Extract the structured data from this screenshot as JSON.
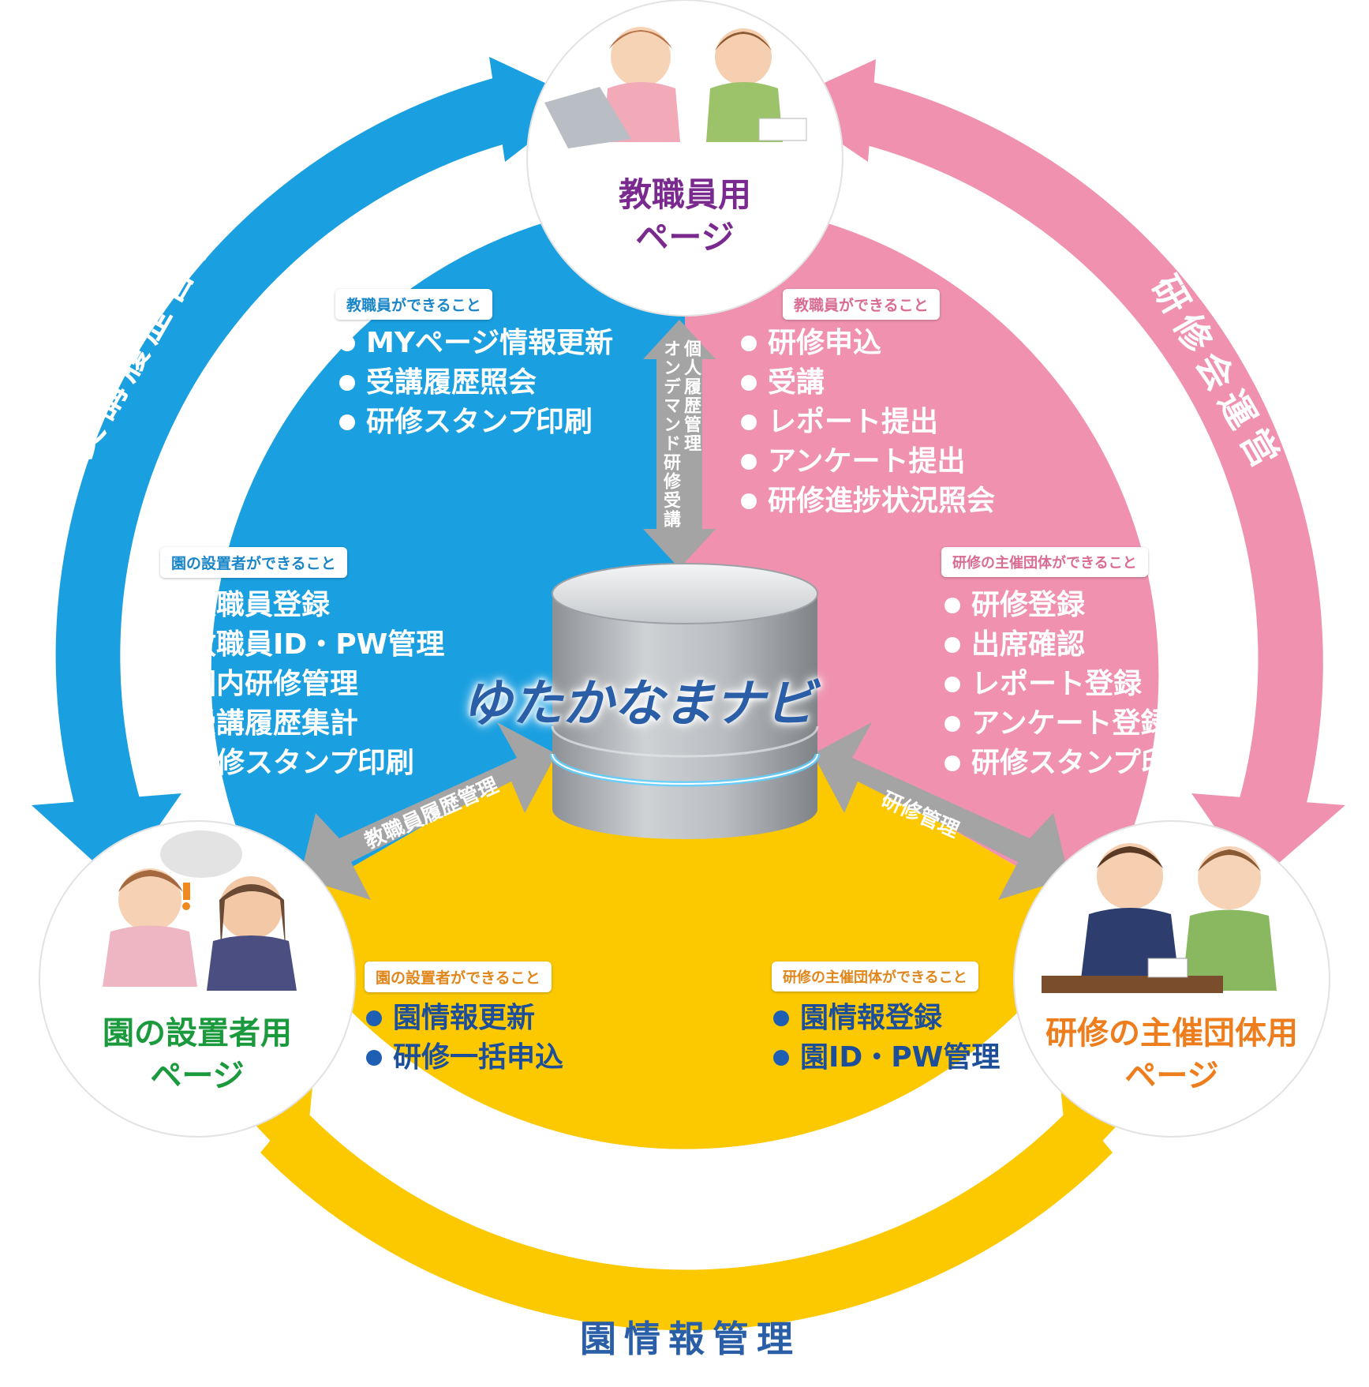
{
  "system_name": "ゆたかなまナビ",
  "colors": {
    "blue": "#1a9fe0",
    "pink": "#ef91af",
    "yellow": "#fcc800",
    "gray": "#a4a4a4",
    "purple": "#7a2a8f",
    "green": "#1a9a3c",
    "orange": "#ee7d1d"
  },
  "pages": {
    "staff": {
      "line1": "教職員用",
      "line2": "ページ"
    },
    "founder": {
      "line1": "園の設置者用",
      "line2": "ページ"
    },
    "organizer": {
      "line1": "研修の主催団体用",
      "line2": "ページ"
    }
  },
  "cycle_labels": {
    "left": "受講履歴管理",
    "right": "研修会運営",
    "bottom": "園情報管理"
  },
  "connector_labels": {
    "vertical_1": "個人履歴管理",
    "vertical_2": "オンデマンド研修受講",
    "left": "教職員履歴管理",
    "right": "研修管理"
  },
  "sections": {
    "blue_staff": {
      "header": "教職員ができること",
      "items": [
        "MYページ情報更新",
        "受講履歴照会",
        "研修スタンプ印刷"
      ]
    },
    "blue_founder": {
      "header": "園の設置者ができること",
      "items": [
        "教職員登録",
        "教職員ID・PW管理",
        "園内研修管理",
        "受講履歴集計",
        "研修スタンプ印刷"
      ]
    },
    "pink_staff": {
      "header": "教職員ができること",
      "items": [
        "研修申込",
        "受講",
        "レポート提出",
        "アンケート提出",
        "研修進捗状況照会"
      ]
    },
    "pink_organizer": {
      "header": "研修の主催団体ができること",
      "items": [
        "研修登録",
        "出席確認",
        "レポート登録",
        "アンケート登録",
        "研修スタンプ印刷"
      ]
    },
    "yellow_founder": {
      "header": "園の設置者ができること",
      "items": [
        "園情報更新",
        "研修一括申込"
      ]
    },
    "yellow_organizer": {
      "header": "研修の主催団体ができること",
      "items": [
        "園情報登録",
        "園ID・PW管理"
      ]
    }
  }
}
